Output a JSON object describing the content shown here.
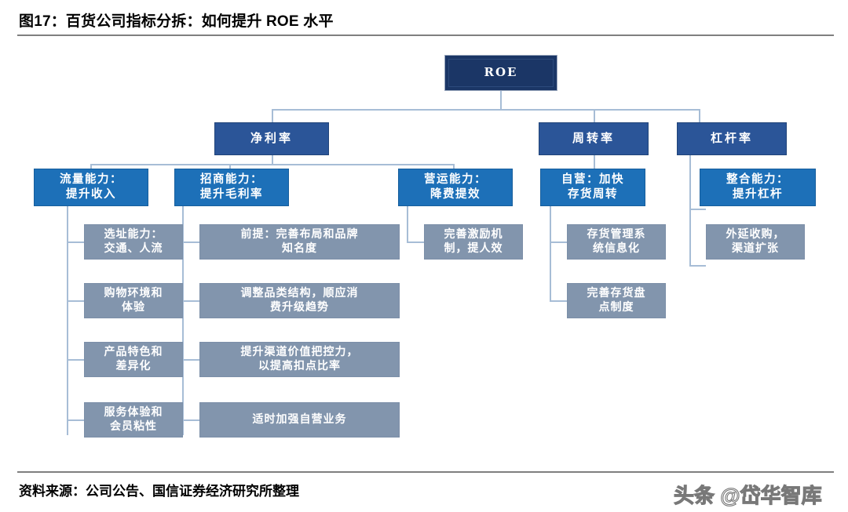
{
  "header": {
    "title": "图17：百货公司指标分拆：如何提升 ROE 水平"
  },
  "footer": {
    "source": "资料来源：公司公告、国信证券经济研究所整理",
    "watermark": "头条 @岱华智库"
  },
  "colors": {
    "root": "#1b3666",
    "level2": "#2b5598",
    "level3": "#1d70b8",
    "leaf": "#8295ad",
    "connector": "#a7bdd6",
    "rule": "#7f7f7f"
  },
  "diagram": {
    "type": "tree",
    "root": {
      "label": "ROE"
    },
    "level2": [
      {
        "label": "净利率"
      },
      {
        "label": "周转率"
      },
      {
        "label": "杠杆率"
      }
    ],
    "level3": [
      {
        "label": "流量能力：\n提升收入",
        "parent": "净利率"
      },
      {
        "label": "招商能力：\n提升毛利率",
        "parent": "净利率"
      },
      {
        "label": "营运能力：\n降费提效",
        "parent": "净利率"
      },
      {
        "label": "自营：加快\n存货周转",
        "parent": "周转率"
      },
      {
        "label": "整合能力：\n提升杠杆",
        "parent": "杠杆率"
      }
    ],
    "leaves": {
      "流量能力": [
        "选址能力：\n交通、人流",
        "购物环境和\n体验",
        "产品特色和\n差异化",
        "服务体验和\n会员粘性"
      ],
      "招商能力": [
        "前提：完善布局和品牌\n知名度",
        "调整品类结构，顺应消\n费升级趋势",
        "提升渠道价值把控力，\n以提高扣点比率",
        "适时加强自营业务"
      ],
      "营运能力": [
        "完善激励机\n制，提人效"
      ],
      "自营": [
        "存货管理系\n统信息化",
        "完善存货盘\n点制度"
      ],
      "整合能力": [
        "外延收购，\n渠道扩张"
      ]
    }
  }
}
